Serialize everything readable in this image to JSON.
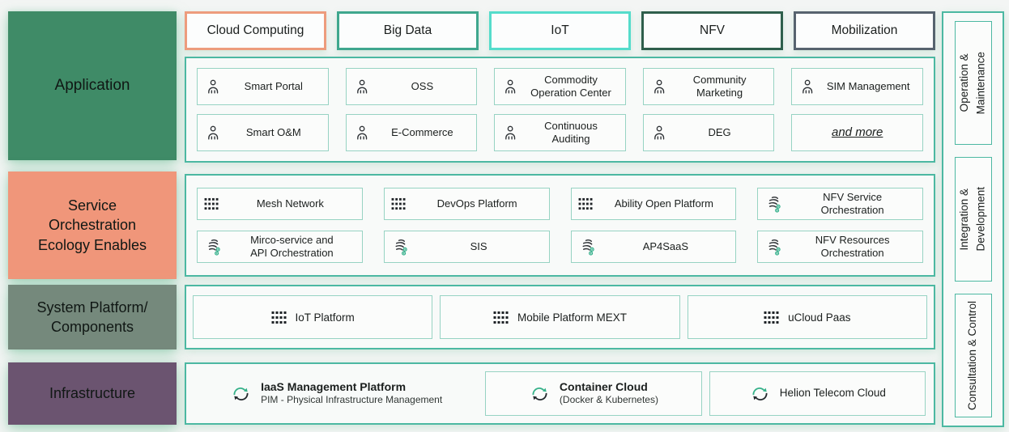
{
  "palette": {
    "page_bg": "#F3F5F4",
    "container_border": "#4CB8A2",
    "item_border": "#97D3C3",
    "accent_green": "#2FAE88"
  },
  "tabs": [
    {
      "label": "Cloud Computing",
      "border": "#ED9C7D"
    },
    {
      "label": "Big Data",
      "border": "#3FA78E"
    },
    {
      "label": "IoT",
      "border": "#55DCCB"
    },
    {
      "label": "NFV",
      "border": "#2F5F4C"
    },
    {
      "label": "Mobilization",
      "border": "#57636F"
    }
  ],
  "left_labels": [
    {
      "label": "Application",
      "bg": "#3F8B67"
    },
    {
      "label": "Service\nOrchestration\nEcology Enables",
      "bg": "#F0967A"
    },
    {
      "label": "System Platform/\nComponents",
      "bg": "#75897C"
    },
    {
      "label": "Infrastructure",
      "bg": "#6B5470"
    }
  ],
  "application": {
    "items": [
      {
        "label": "Smart Portal",
        "icon": "person-icon"
      },
      {
        "label": "OSS",
        "icon": "person-icon"
      },
      {
        "label": "Commodity\nOperation Center",
        "icon": "person-icon"
      },
      {
        "label": "Community\nMarketing",
        "icon": "person-icon"
      },
      {
        "label": "SIM Management",
        "icon": "person-icon"
      },
      {
        "label": "Smart O&M",
        "icon": "person-icon"
      },
      {
        "label": "E-Commerce",
        "icon": "person-icon"
      },
      {
        "label": "Continuous Auditing",
        "icon": "person-icon"
      },
      {
        "label": "DEG",
        "icon": "person-icon"
      },
      {
        "label": "and more",
        "icon": "none"
      }
    ]
  },
  "service": {
    "items": [
      {
        "label": "Mesh Network",
        "icon": "app-grid-icon"
      },
      {
        "label": "DevOps Platform",
        "icon": "app-grid-icon"
      },
      {
        "label": "Ability Open Platform",
        "icon": "app-grid-icon"
      },
      {
        "label": "NFV Service\nOrchestration",
        "icon": "orchestration-wave-icon"
      },
      {
        "label": "Mirco-service and\nAPI Orchestration",
        "icon": "orchestration-wave-icon"
      },
      {
        "label": "SIS",
        "icon": "orchestration-wave-icon"
      },
      {
        "label": "AP4SaaS",
        "icon": "orchestration-wave-icon"
      },
      {
        "label": "NFV Resources\nOrchestration",
        "icon": "orchestration-wave-icon"
      }
    ]
  },
  "system": {
    "items": [
      {
        "label": "IoT Platform",
        "icon": "app-grid-icon"
      },
      {
        "label": "Mobile Platform MEXT",
        "icon": "app-grid-icon"
      },
      {
        "label": "uCloud Paas",
        "icon": "app-grid-icon"
      }
    ]
  },
  "infrastructure": {
    "items": [
      {
        "title": "IaaS Management Platform",
        "subtitle": "PIM - Physical Infrastructure Management",
        "icon": "cloud-sync-icon"
      },
      {
        "title": "Container Cloud",
        "subtitle": "(Docker & Kubernetes)",
        "icon": "cloud-sync-icon"
      },
      {
        "title": "Helion Telecom Cloud",
        "subtitle": "",
        "icon": "cloud-sync-icon"
      }
    ]
  },
  "right_rail": {
    "items": [
      {
        "label": "Operation &\nMaintenance"
      },
      {
        "label": "Integration &\nDevelopment"
      },
      {
        "label": "Consultation & Control"
      }
    ]
  }
}
